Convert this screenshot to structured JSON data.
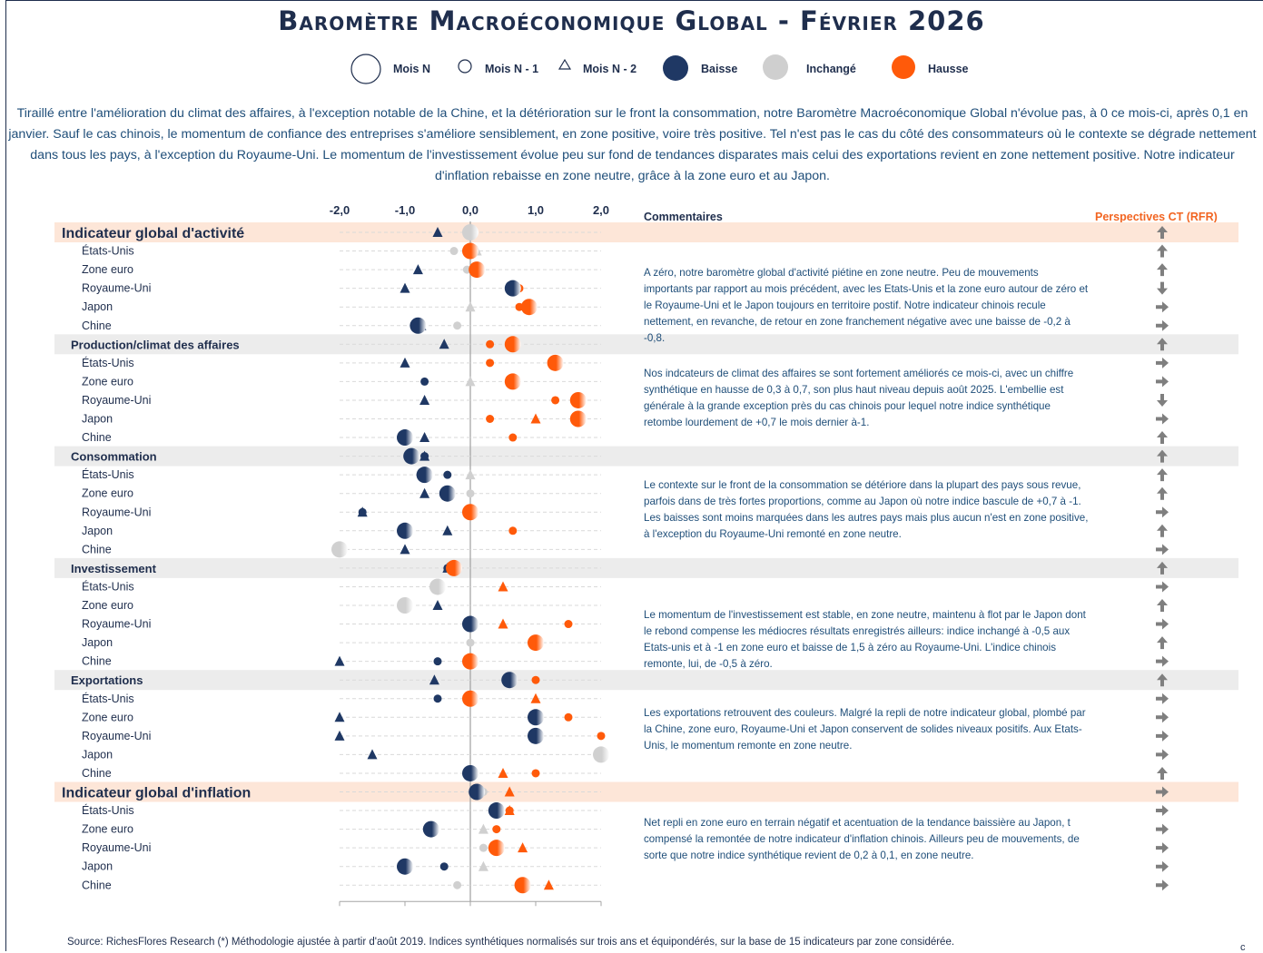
{
  "title": "Baromètre Macroéconomique Global - Février 2026",
  "legend": {
    "mois_n": "Mois N",
    "mois_n1": "Mois N - 1",
    "mois_n2": "Mois N - 2",
    "baisse": "Baisse",
    "inchange": "Inchangé",
    "hausse": "Hausse"
  },
  "colors": {
    "baisse": "#1f3864",
    "inchange": "#d0d0d0",
    "hausse": "#ff5a0a",
    "band_major": "#fde6d8",
    "band_minor": "#ececec"
  },
  "intro": "Tiraillé entre l'amélioration du climat des affaires, à l'exception notable de la Chine, et la détérioration sur le front la consommation, notre Baromètre Macroéconomique Global n'évolue pas, à 0 ce mois-ci, après 0,1 en janvier. Sauf le cas chinois, le momentum de confiance des entreprises s'améliore sensiblement, en zone positive, voire très positive. Tel n'est pas le cas du côté des consommateurs où le contexte se dégrade nettement dans tous les pays, à l'exception du Royaume-Uni. Le momentum de l'investissement évolue peu sur fond de tendances disparates mais celui des exportations revient en zone nettement positive. Notre indicateur d'inflation rebaisse en zone neutre, grâce à la zone euro et au Japon.",
  "headers": {
    "commentaires": "Commentaires",
    "perspectives": "Perspectives CT (RFR)"
  },
  "source": "Source: RichesFlores Research  (*) Méthodologie ajustée à partir d'août 2019. Indices synthétiques normalisés sur trois ans et équipondérés, sur la base de 15 indicateurs par zone considérée.",
  "corner": "c",
  "chart_data": {
    "type": "scatter",
    "xlim": [
      -2.0,
      2.0
    ],
    "x_ticks": [
      "-2,0",
      "-1,0",
      "0,0",
      "1,0",
      "2,0"
    ],
    "series_keys": [
      "n",
      "n1",
      "n2"
    ],
    "sections": [
      {
        "name": "Indicateur global d'activité",
        "major": true,
        "header": {
          "n": 0.0,
          "n1": 0.0,
          "n2": -0.5,
          "arrow": "up"
        },
        "rows": [
          {
            "label": "États-Unis",
            "n": 0.0,
            "n1": -0.25,
            "n2": 0.1,
            "arrow": "up"
          },
          {
            "label": "Zone euro",
            "n": 0.1,
            "n1": -0.05,
            "n2": -0.8,
            "arrow": "up"
          },
          {
            "label": "Royaume-Uni",
            "n": 0.65,
            "n1": 0.75,
            "n2": -1.0,
            "arrow": "down"
          },
          {
            "label": "Japon",
            "n": 0.9,
            "n1": 0.75,
            "n2": 0.0,
            "arrow": "right"
          },
          {
            "label": "Chine",
            "n": -0.8,
            "n1": -0.2,
            "n2": -0.75,
            "arrow": "right"
          }
        ],
        "comment": "A zéro, notre baromètre global d'activité piétine en zone neutre. Peu de mouvements importants par rapport au mois précédent, avec les Etats-Unis et la zone euro autour de zéro et  le Royaume-Uni et le Japon toujours en territoire postif. Notre indicateur chinois recule nettement, en revanche, de retour en zone franchement négative avec une baisse de -0,2 à -0,8."
      },
      {
        "name": "Production/climat des affaires",
        "major": false,
        "header": {
          "n": 0.65,
          "n1": 0.3,
          "n2": -0.4,
          "arrow": "up"
        },
        "rows": [
          {
            "label": "États-Unis",
            "n": 1.3,
            "n1": 0.3,
            "n2": -1.0,
            "arrow": "right"
          },
          {
            "label": "Zone euro",
            "n": 0.65,
            "n1": -0.7,
            "n2": 0.0,
            "arrow": "right"
          },
          {
            "label": "Royaume-Uni",
            "n": 1.65,
            "n1": 1.3,
            "n2": -0.7,
            "arrow": "down"
          },
          {
            "label": "Japon",
            "n": 1.65,
            "n1": 0.3,
            "n2": 1.0,
            "arrow": "right"
          },
          {
            "label": "Chine",
            "n": -1.0,
            "n1": 0.65,
            "n2": -0.7,
            "arrow": "up"
          }
        ],
        "comment": "Nos indcateurs de climat des affaires se sont fortement améliorés ce mois-ci, avec un chiffre synthétique en hausse de 0,3 à 0,7, son plus haut niveau depuis août 2025. L'embellie est générale à la grande exception près du cas chinois pour lequel notre indice synthétique retombe lourdement de +0,7 le mois dernier à-1."
      },
      {
        "name": "Consommation",
        "major": false,
        "header": {
          "n": -0.9,
          "n1": -0.7,
          "n2": -0.7,
          "arrow": "up"
        },
        "rows": [
          {
            "label": "États-Unis",
            "n": -0.7,
            "n1": -0.35,
            "n2": 0.0,
            "arrow": "up"
          },
          {
            "label": "Zone euro",
            "n": -0.35,
            "n1": 0.0,
            "n2": -0.7,
            "arrow": "up"
          },
          {
            "label": "Royaume-Uni",
            "n": 0.0,
            "n1": -1.65,
            "n2": -1.65,
            "arrow": "right"
          },
          {
            "label": "Japon",
            "n": -1.0,
            "n1": 0.65,
            "n2": -0.35,
            "arrow": "up"
          },
          {
            "label": "Chine",
            "n": -2.0,
            "n1": -2.0,
            "n2": -1.0,
            "arrow": "right"
          }
        ],
        "comment": "Le contexte sur le front de la consommation se détériore dans la plupart des pays sous revue, parfois dans de très fortes proportions, comme au Japon où notre indice bascule de +0,7 à -1. Les baisses sont moins marquées dans les autres pays mais plus aucun n'est en zone positive, à l'exception du Royaume-Uni remonté en zone neutre."
      },
      {
        "name": "Investissement",
        "major": false,
        "header": {
          "n": -0.25,
          "n1": -0.35,
          "n2": -0.35,
          "arrow": "up"
        },
        "rows": [
          {
            "label": "États-Unis",
            "n": -0.5,
            "n1": -0.5,
            "n2": 0.5,
            "arrow": "right"
          },
          {
            "label": "Zone euro",
            "n": -1.0,
            "n1": -1.0,
            "n2": -0.5,
            "arrow": "up"
          },
          {
            "label": "Royaume-Uni",
            "n": 0.0,
            "n1": 1.5,
            "n2": 0.5,
            "arrow": "right"
          },
          {
            "label": "Japon",
            "n": 1.0,
            "n1": 0.0,
            "n2": 1.0,
            "arrow": "up"
          },
          {
            "label": "Chine",
            "n": 0.0,
            "n1": -0.5,
            "n2": -2.0,
            "arrow": "right"
          }
        ],
        "comment": "Le momentum de l'investissement est stable, en zone neutre, maintenu à flot par le Japon dont le rebond compense les médiocres résultats enregistrés ailleurs: indice inchangé à -0,5 aux Etats-unis et à -1 en zone euro et baisse de 1,5 à zéro au Royaume-Uni. L'indice chinois remonte, lui, de -0,5 à zéro."
      },
      {
        "name": "Exportations",
        "major": false,
        "header": {
          "n": 0.6,
          "n1": 1.0,
          "n2": -0.55,
          "arrow": "up"
        },
        "rows": [
          {
            "label": "États-Unis",
            "n": 0.0,
            "n1": -0.5,
            "n2": 1.0,
            "arrow": "right"
          },
          {
            "label": "Zone euro",
            "n": 1.0,
            "n1": 1.5,
            "n2": -2.0,
            "arrow": "right"
          },
          {
            "label": "Royaume-Uni",
            "n": 1.0,
            "n1": 2.0,
            "n2": -2.0,
            "arrow": "right"
          },
          {
            "label": "Japon",
            "n": 2.0,
            "n1": 2.0,
            "n2": -1.5,
            "arrow": "right"
          },
          {
            "label": "Chine",
            "n": 0.0,
            "n1": 1.0,
            "n2": 0.5,
            "arrow": "up"
          }
        ],
        "comment": "Les exportations retrouvent des couleurs. Malgré la repli de notre indicateur global, plombé par la Chine, zone euro, Royaume-Uni et Japon conservent de solides niveaux positifs. Aux Etats-Unis, le momentum remonte en zone neutre."
      },
      {
        "name": "Indicateur global d'inflation",
        "major": true,
        "header": {
          "n": 0.1,
          "n1": 0.2,
          "n2": 0.6,
          "arrow": "right"
        },
        "rows": [
          {
            "label": "États-Unis",
            "n": 0.4,
            "n1": 0.6,
            "n2": 0.6,
            "arrow": "right"
          },
          {
            "label": "Zone euro",
            "n": -0.6,
            "n1": 0.4,
            "n2": 0.2,
            "arrow": "right"
          },
          {
            "label": "Royaume-Uni",
            "n": 0.4,
            "n1": 0.2,
            "n2": 0.8,
            "arrow": "right"
          },
          {
            "label": "Japon",
            "n": -1.0,
            "n1": -0.4,
            "n2": 0.2,
            "arrow": "right"
          },
          {
            "label": "Chine",
            "n": 0.8,
            "n1": -0.2,
            "n2": 1.2,
            "arrow": "right"
          }
        ],
        "comment": "Net repli en zone euro en terrain négatif et acentuation de la tendance baissière au Japon, t compensé la remontée de notre indicateur d'inflation chinois. Ailleurs peu de mouvements, de sorte que notre indice synthétique revient de 0,2 à 0,1, en zone neutre."
      }
    ]
  }
}
